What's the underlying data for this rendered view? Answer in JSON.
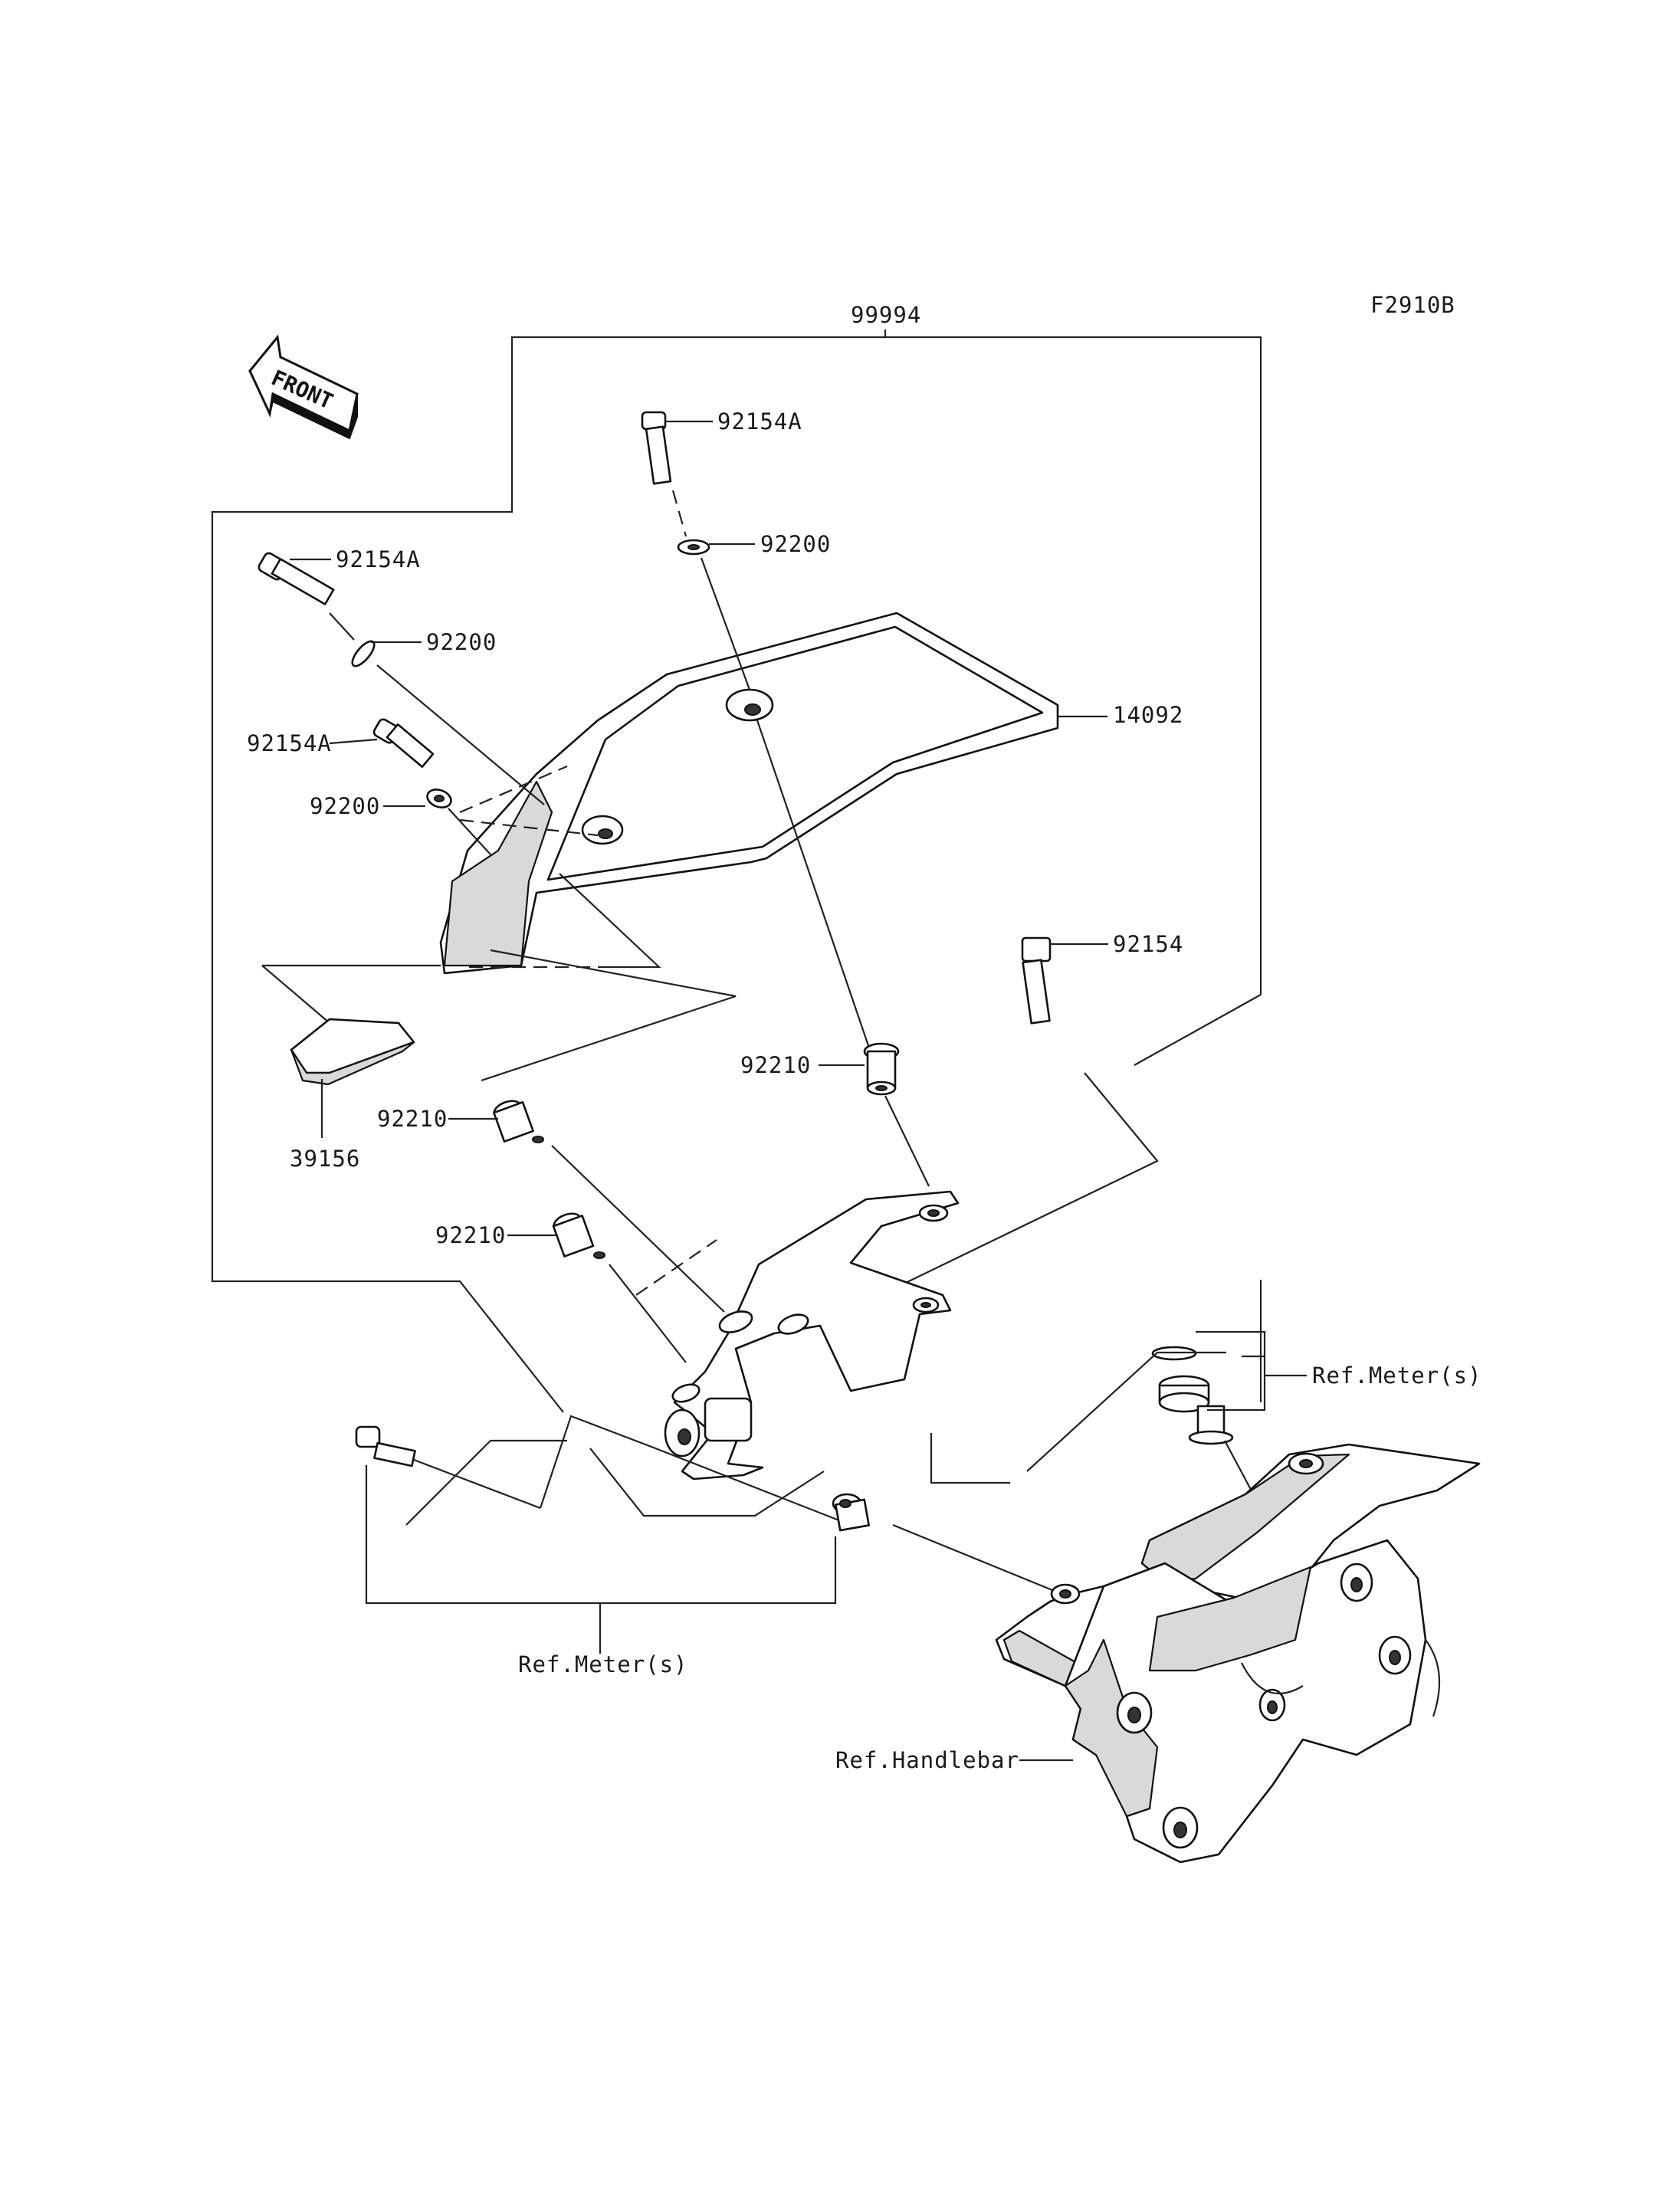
{
  "diagram_code": "F2910B",
  "assembly_number": "99994",
  "front_arrow_label": "FRONT",
  "callouts": {
    "bolt_top": "92154A",
    "washer_top": "92200",
    "bolt_left_1": "92154A",
    "washer_left_1": "92200",
    "bolt_left_2": "92154A",
    "washer_left_2": "92200",
    "windshield": "14092",
    "bolt_right": "92154",
    "pad": "39156",
    "collar_center": "92210",
    "collar_left_1": "92210",
    "collar_left_2": "92210",
    "ref_meter_right": "Ref.Meter(s)",
    "ref_meter_bottom": "Ref.Meter(s)",
    "ref_handlebar": "Ref.Handlebar"
  }
}
